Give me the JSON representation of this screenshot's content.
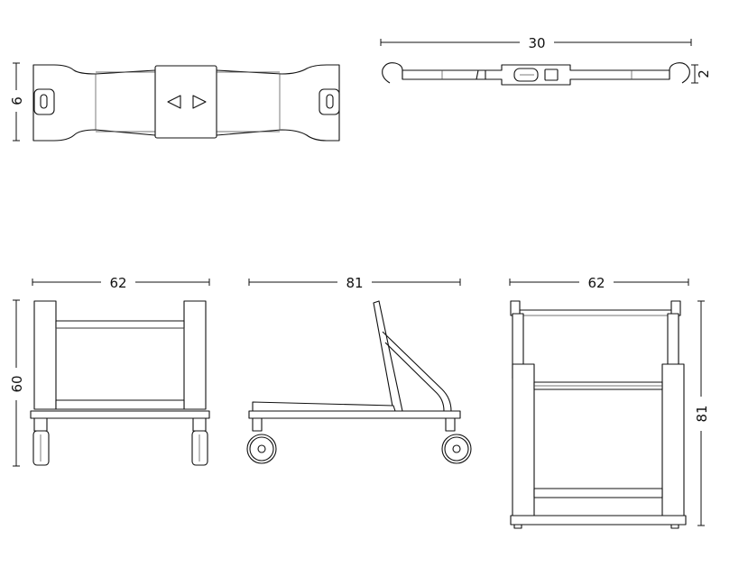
{
  "views": [
    {
      "id": "strap-top",
      "dimension_labels": [
        "6"
      ]
    },
    {
      "id": "strap-side",
      "dimension_labels": [
        "30",
        "2"
      ]
    },
    {
      "id": "cart-front",
      "dimension_labels": [
        "62",
        "60"
      ]
    },
    {
      "id": "cart-side",
      "dimension_labels": [
        "81"
      ]
    },
    {
      "id": "cart-top",
      "dimension_labels": [
        "62",
        "81"
      ]
    }
  ],
  "colors": {
    "line": "#111111",
    "background": "#ffffff"
  }
}
